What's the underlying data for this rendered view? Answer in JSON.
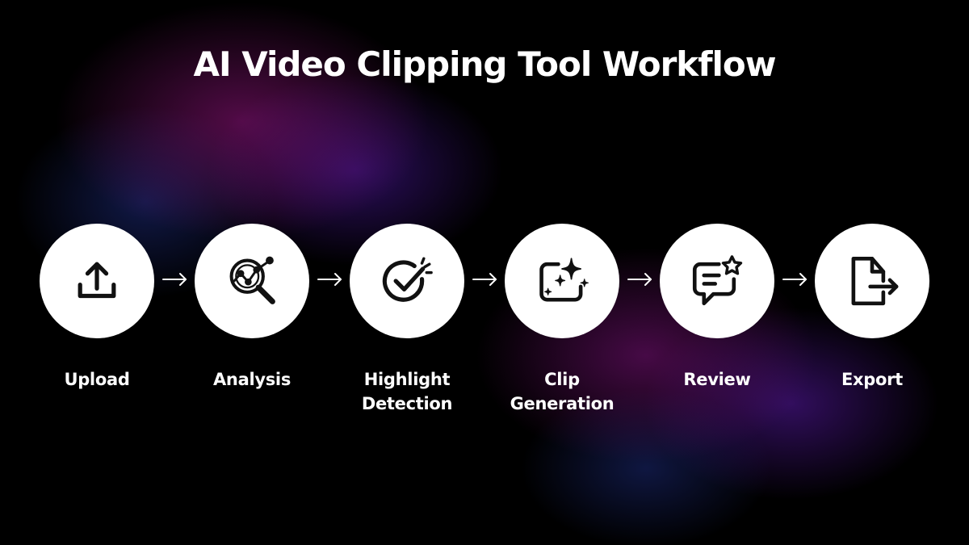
{
  "title": "AI Video Clipping Tool Workflow",
  "steps": [
    {
      "label": "Upload",
      "icon": "upload-icon"
    },
    {
      "label": "Analysis",
      "icon": "magnifier-chart-icon"
    },
    {
      "label": "Highlight\nDetection",
      "icon": "check-sparkle-icon"
    },
    {
      "label": "Clip\nGeneration",
      "icon": "sparkle-frame-icon"
    },
    {
      "label": "Review",
      "icon": "message-star-icon"
    },
    {
      "label": "Export",
      "icon": "file-export-icon"
    }
  ],
  "connector_icon": "arrow-right-icon",
  "colors": {
    "background": "#000000",
    "circle": "#ffffff",
    "icon": "#111111",
    "text": "#ffffff"
  }
}
